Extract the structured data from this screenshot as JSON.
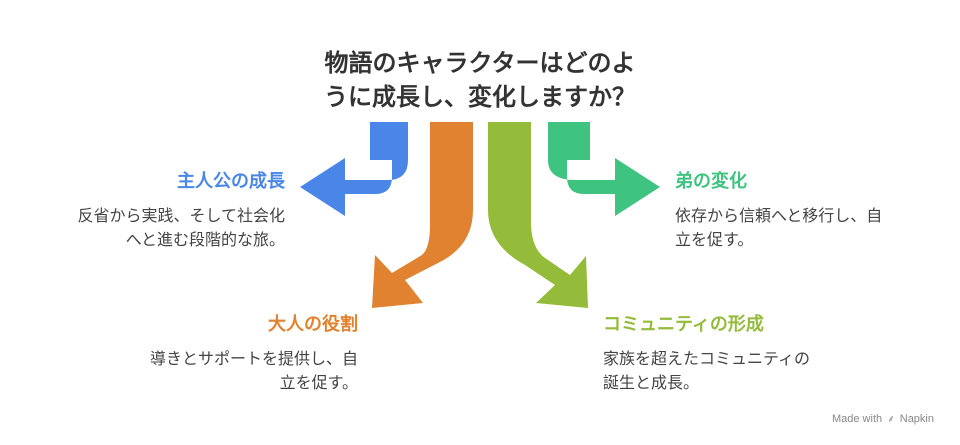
{
  "title_line1": "物語のキャラクターはどのよ",
  "title_line2": "うに成長し、変化しますか？",
  "items": [
    {
      "heading": "主人公の成長",
      "desc_line1": "反省から実践、そして社会化",
      "desc_line2": "へと進む段階的な旅。",
      "color": "#4a86e8"
    },
    {
      "heading": "大人の役割",
      "desc_line1": "導きとサポートを提供し、自",
      "desc_line2": "立を促す。",
      "color": "#e0822f"
    },
    {
      "heading": "コミュニティの形成",
      "desc_line1": "家族を超えたコミュニティの",
      "desc_line2": "誕生と成長。",
      "color": "#94bb3a"
    },
    {
      "heading": "弟の変化",
      "desc_line1": "依存から信頼へと移行し、自",
      "desc_line2": "立を促す。",
      "color": "#3fc380"
    }
  ],
  "watermark": {
    "prefix": "Made with",
    "logo_icon": "napkin-logo-icon",
    "brand": "Napkin"
  }
}
